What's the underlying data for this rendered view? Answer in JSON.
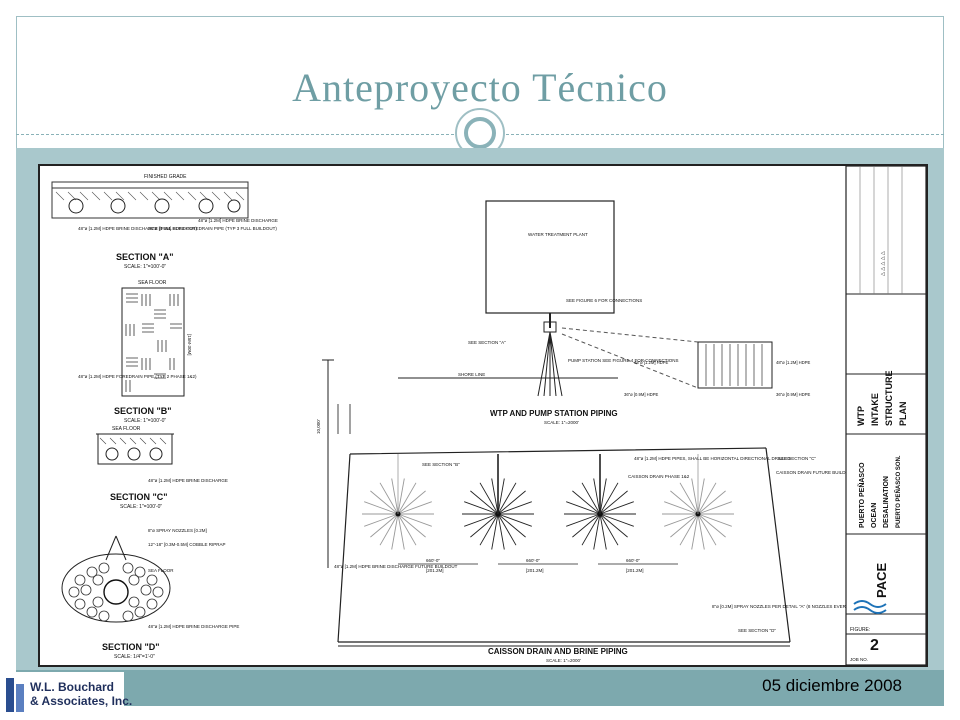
{
  "slide": {
    "title": "Anteproyecto Técnico",
    "date": "05 diciembre 2008"
  },
  "logo": {
    "line1": "W.L. Bouchard",
    "line2": "& Associates, Inc."
  },
  "drawing": {
    "section_a": {
      "title": "SECTION \"A\"",
      "scale": "SCALE: 1\"=100'-0\"",
      "finished_grade": "FINISHED GRADE",
      "note1": "48\"ø [1.2M] HDPE BRINE DISCHARGE (FULL BUILDOUT)",
      "note2": "36\"ø [0.9M] HDPE FOREDRAIN PIPE (TYP 3 FULL BUILDOUT)",
      "note3": "48\"ø [1.2M] HDPE BRINE DISCHARGE"
    },
    "section_b": {
      "title": "SECTION \"B\"",
      "scale": "SCALE: 1\"=100'-0\"",
      "sea_floor": "SEA FLOOR",
      "note1": "48\"ø [1.2M] HDPE FOREDRAIN PIPE (TYP 2 PHASE 1&2)"
    },
    "section_c": {
      "title": "SECTION \"C\"",
      "scale": "SCALE: 1\"=100'-0\"",
      "sea_floor": "SEA FLOOR",
      "note1": "48\"ø [1.2M] HDPE BRINE DISCHARGE"
    },
    "section_d": {
      "title": "SECTION \"D\"",
      "scale": "SCALE: 1/4\"=1'-0\"",
      "sea_floor": "SEA FLOOR",
      "note1": "8\"ø SPRAY NOZZLES [0.2M]",
      "note2": "12\"-18\" [0.3M-0.5M] COBBLE RIPRAP",
      "note3": "48\"ø [1.2M] HDPE BRINE DISCHARGE PIPE"
    },
    "wtp": {
      "plant": "WATER TREATMENT PLANT",
      "see_fig": "SEE FIGURE 6 FOR CONNECTIONS",
      "see_section_a": "SEE SECTION \"A\"",
      "pump_station": "PUMP STATION SEE FIGURE 4 FOR CONNECTIONS",
      "shore_line": "SHORE LINE",
      "title": "WTP AND PUMP STATION PIPING",
      "scale": "SCALE: 1\"=2000'"
    },
    "caisson": {
      "title": "CAISSON DRAIN AND BRINE PIPING",
      "scale": "SCALE: 1\"=2000'",
      "see_section_b": "SEE SECTION \"B\"",
      "see_section_c": "SEE SECTION \"C\"",
      "see_section_d": "SEE SECTION \"D\"",
      "dim1": "660'-0\"",
      "dim1m": "[201.2M]",
      "dim2": "660'-0\"",
      "dim2m": "[201.2M]",
      "dim3": "660'-0\"",
      "dim3m": "[201.2M]",
      "dist_total": "10,000'",
      "note_pipes": "48\"ø [1.2M] HDPE PIPES, SHALL BE HORIZONTAL DIRECTIONAL DRILLED",
      "note_drain": "CAISSON DRAIN PHASE 1&2",
      "note_future": "CAISSON DRAIN FUTURE BUILDOUT",
      "note_brine": "48\"ø [1.2M] HDPE BRINE DISCHARGE FUTURE BUILDOUT",
      "note_nozzles": "8\"ø [0.2M] SPRAY NOZZLES PER DETAIL \"A\" (8 NOZZLES EVERY 50')"
    },
    "title_block": {
      "sheet_title_1": "WTP",
      "sheet_title_2": "INTAKE",
      "sheet_title_3": "STRUCTURE",
      "sheet_title_4": "PLAN",
      "project_1": "PUERTO PEÑASCO",
      "project_2": "OCEAN",
      "project_3": "DESALINATION",
      "project_4": "PUERTO PEÑASCO  SON.",
      "firm": "PACE",
      "figure_label": "FIGURE:",
      "figure_no": "2",
      "job_label": "JOB NO."
    }
  }
}
